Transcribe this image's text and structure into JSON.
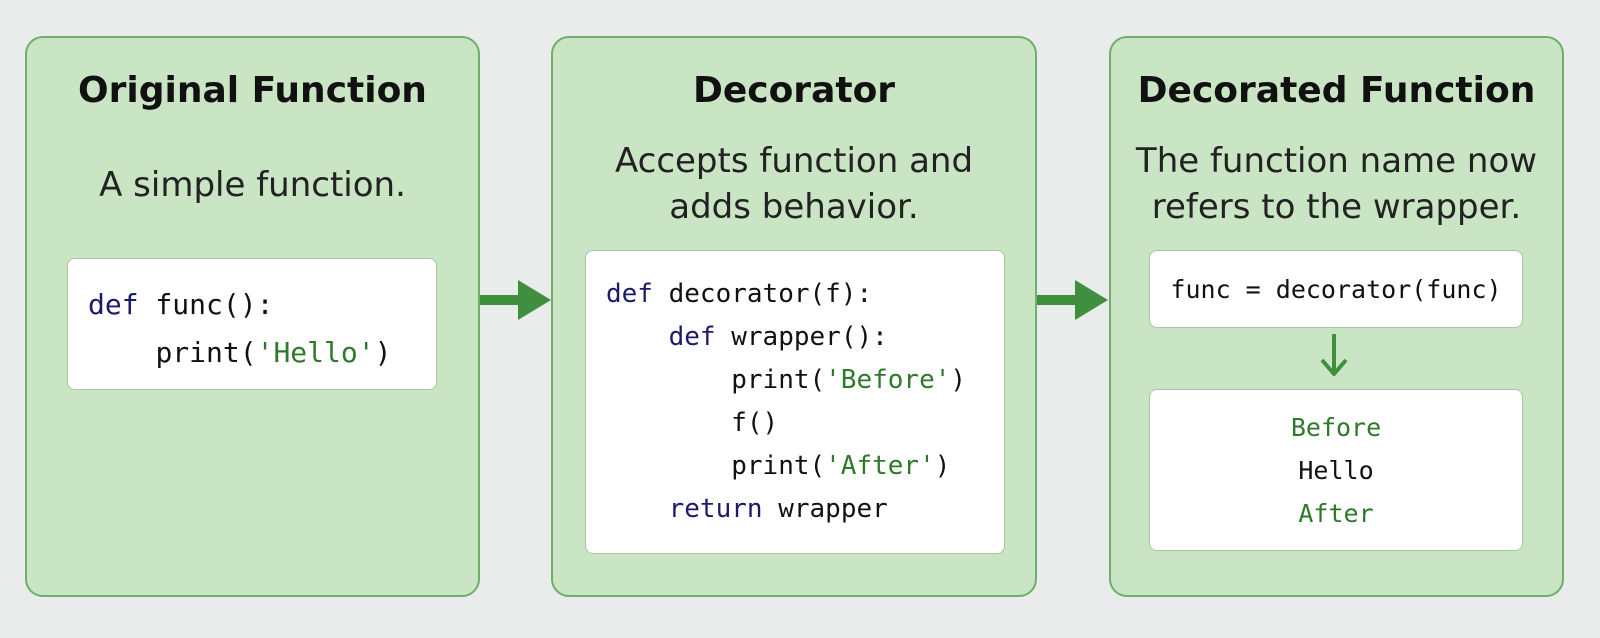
{
  "panels": {
    "original": {
      "title": "Original Function",
      "subtitle": "A simple function.",
      "code": {
        "l1_kw": "def",
        "l1_rest": " func():",
        "l2_indent": "    ",
        "l2_a": "print(",
        "l2_str": "'Hello'",
        "l2_b": ")"
      }
    },
    "decorator": {
      "title": "Decorator",
      "subtitle_line1": "Accepts function and",
      "subtitle_line2": "adds behavior.",
      "code": {
        "l1_kw": "def",
        "l1_rest": " decorator(f):",
        "l2_indent": "    ",
        "l2_kw": "def",
        "l2_rest": " wrapper():",
        "l3_indent": "        ",
        "l3_a": "print(",
        "l3_str": "'Before'",
        "l3_b": ")",
        "l4_indent": "        ",
        "l4": "f()",
        "l5_indent": "        ",
        "l5_a": "print(",
        "l5_str": "'After'",
        "l5_b": ")",
        "l6_indent": "    ",
        "l6_kw": "return",
        "l6_rest": " wrapper"
      }
    },
    "decorated": {
      "title": "Decorated Function",
      "subtitle_line1": "The function name now",
      "subtitle_line2": "refers to the wrapper.",
      "call": "func = decorator(func)",
      "output": [
        "Before",
        "Hello",
        "After"
      ]
    }
  },
  "colors": {
    "panel_fill": "#c9e5c3",
    "panel_border": "#6fae6c",
    "arrow": "#3f8f3f",
    "keyword": "#1b1a6b",
    "string": "#2f7a2a"
  },
  "icons": {
    "connector": "right-arrow-icon",
    "flow": "down-arrow-icon"
  }
}
